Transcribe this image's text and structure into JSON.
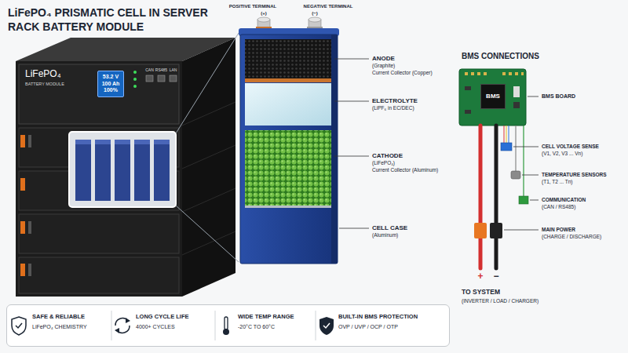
{
  "diagram": {
    "title": "LiFePO₄ PRISMATIC CELL IN SERVER RACK BATTERY MODULE",
    "nodes": [
      {
        "text": [
          "53.2 V",
          "100 Ah",
          "100%"
        ]
      },
      {
        "text": [
          "BMS"
        ]
      },
      {
        "text": [
          "SAFE & RELIABLE",
          "LiFePO₄ CHEMISTRY",
          "LONG CYCLE LIFE",
          "4000+ CYCLES",
          "WIDE TEMP RANGE",
          "-20°C TO 60°C",
          "BUILT-IN BMS PROTECTION",
          "OVP / UVP / OCP / OTP"
        ]
      }
    ],
    "labels": [
      "LiFePO₄",
      "BATTERY MODULE",
      "CAN",
      "RS485",
      "LAN",
      "POSITIVE TERMINAL",
      "(+)",
      "NEGATIVE TERMINAL",
      "(−)",
      "ANODE",
      "(Graphite)",
      "Current Collector (Copper)",
      "ELECTROLYTE",
      "(LiPF₆ in EC/DEC)",
      "CATHODE",
      "(LiFePO₄)",
      "Current Collector (Aluminum)",
      "CELL CASE",
      "(Aluminum)",
      "BMS CONNECTIONS",
      "BMS BOARD",
      "CELL VOLTAGE SENSE",
      "(V1, V2, V3 ... Vn)",
      "TEMPERATURE SENSORS",
      "(T1, T2 ... Tn)",
      "COMMUNICATION",
      "(CAN / RS485)",
      "MAIN POWER",
      "(CHARGE / DISCHARGE)",
      "+",
      "−",
      "TO SYSTEM",
      "(INVERTER / LOAD / CHARGER)"
    ]
  }
}
